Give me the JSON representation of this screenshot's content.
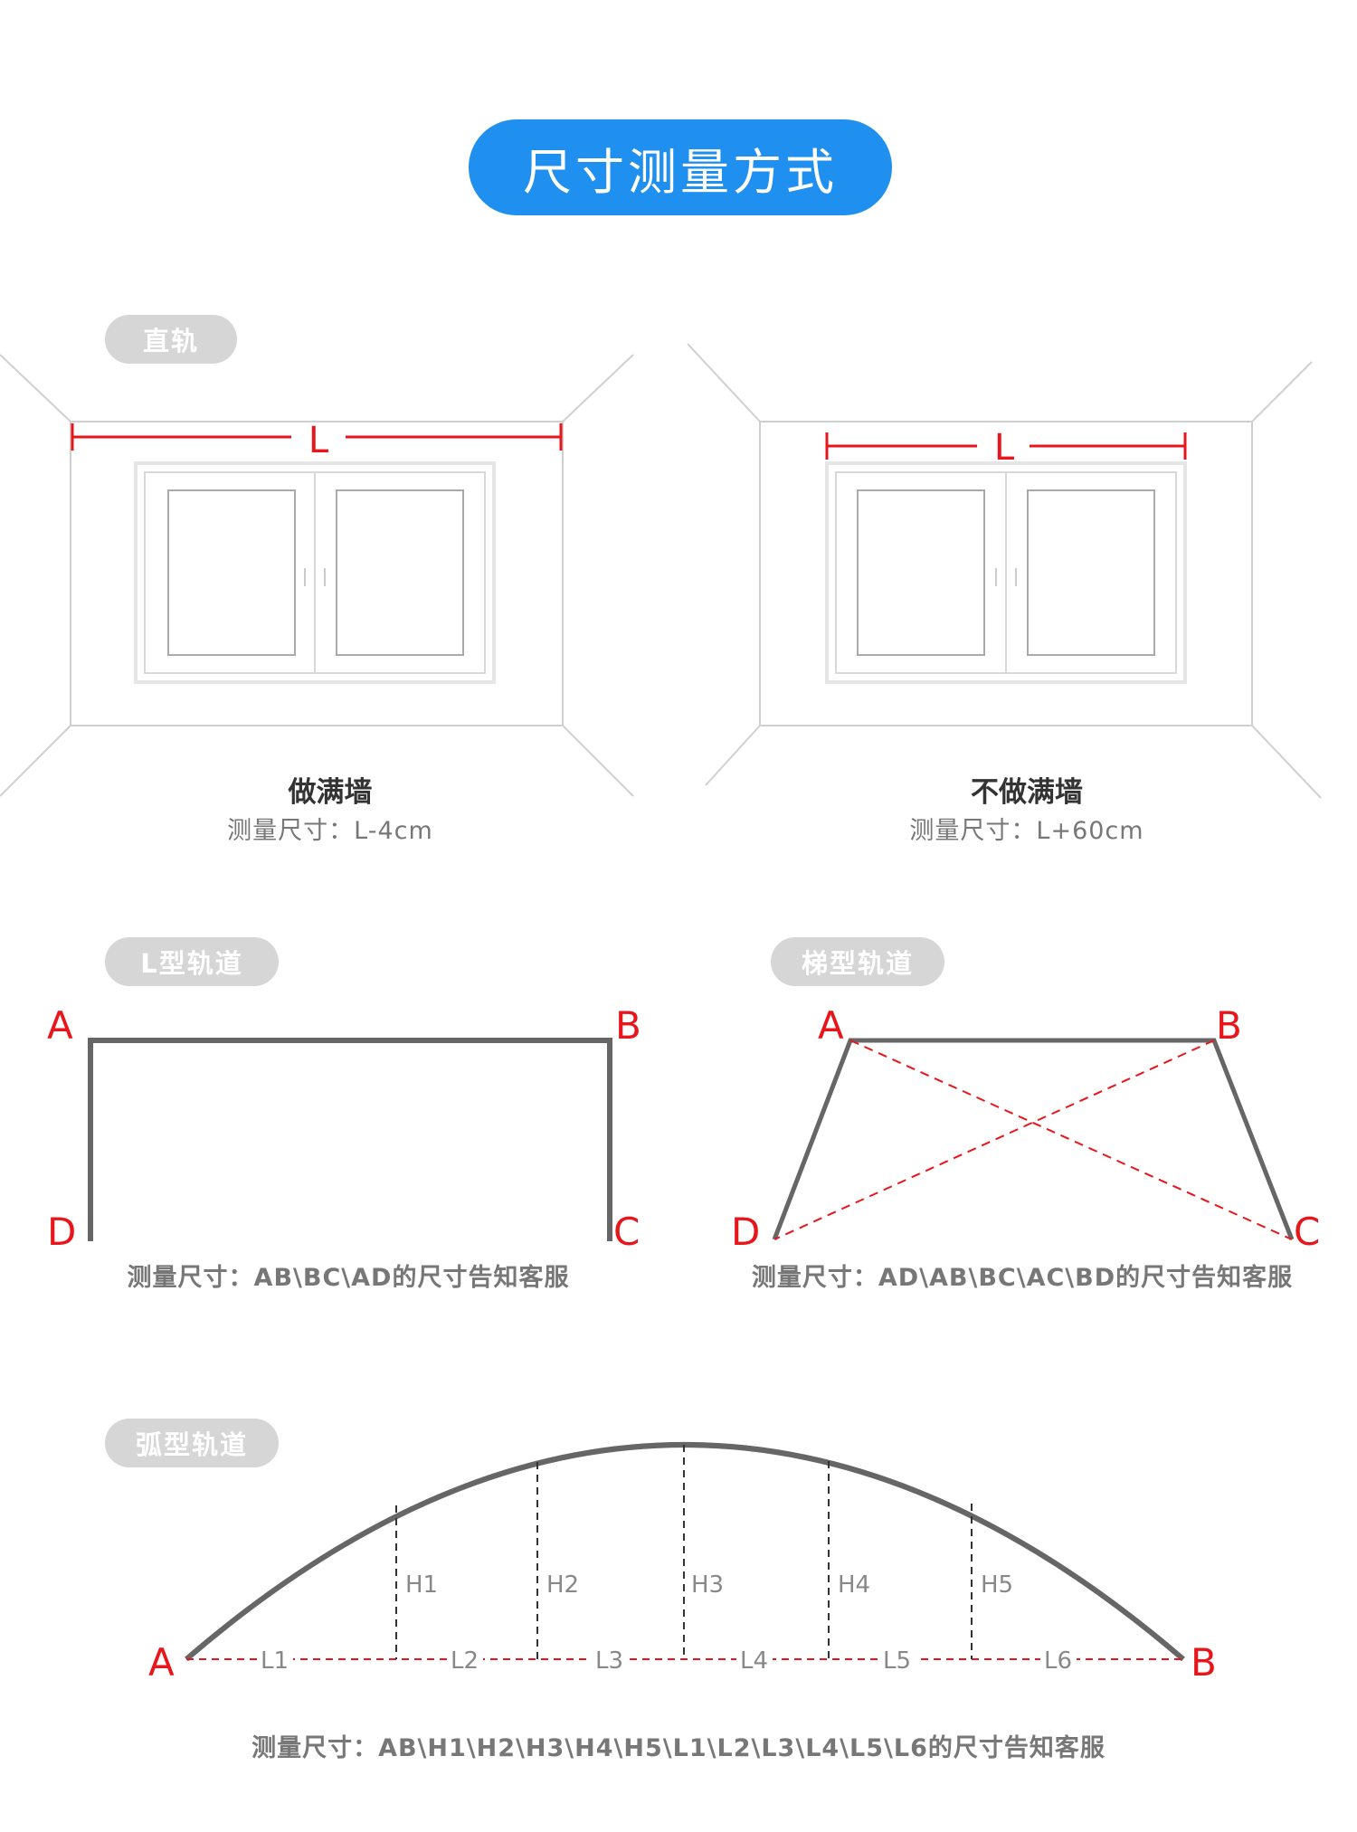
{
  "header": {
    "title": "尺寸测量方式"
  },
  "sections": {
    "straight": {
      "tag": "直轨",
      "full_wall": {
        "length_label": "L",
        "title": "做满墙",
        "measure": "测量尺寸：L-4cm"
      },
      "not_full_wall": {
        "length_label": "L",
        "title": "不做满墙",
        "measure": "测量尺寸：L+60cm"
      }
    },
    "l_type": {
      "tag": "L型轨道",
      "points": {
        "a": "A",
        "b": "B",
        "c": "C",
        "d": "D"
      },
      "measure": "测量尺寸：AB\\BC\\AD的尺寸告知客服"
    },
    "trapezoid": {
      "tag": "梯型轨道",
      "points": {
        "a": "A",
        "b": "B",
        "c": "C",
        "d": "D"
      },
      "measure": "测量尺寸：AD\\AB\\BC\\AC\\BD的尺寸告知客服"
    },
    "arc": {
      "tag": "弧型轨道",
      "points": {
        "a": "A",
        "b": "B"
      },
      "heights": [
        "H1",
        "H2",
        "H3",
        "H4",
        "H5"
      ],
      "lengths": [
        "L1",
        "L2",
        "L3",
        "L4",
        "L5",
        "L6"
      ],
      "measure": "测量尺寸：AB\\H1\\H2\\H3\\H4\\H5\\L1\\L2\\L3\\L4\\L5\\L6的尺寸告知客服"
    }
  },
  "colors": {
    "accent": "#1f8ff0",
    "measure_red": "#e8151b",
    "track_gray": "#666666",
    "tag_gray": "#d6d6d6"
  }
}
